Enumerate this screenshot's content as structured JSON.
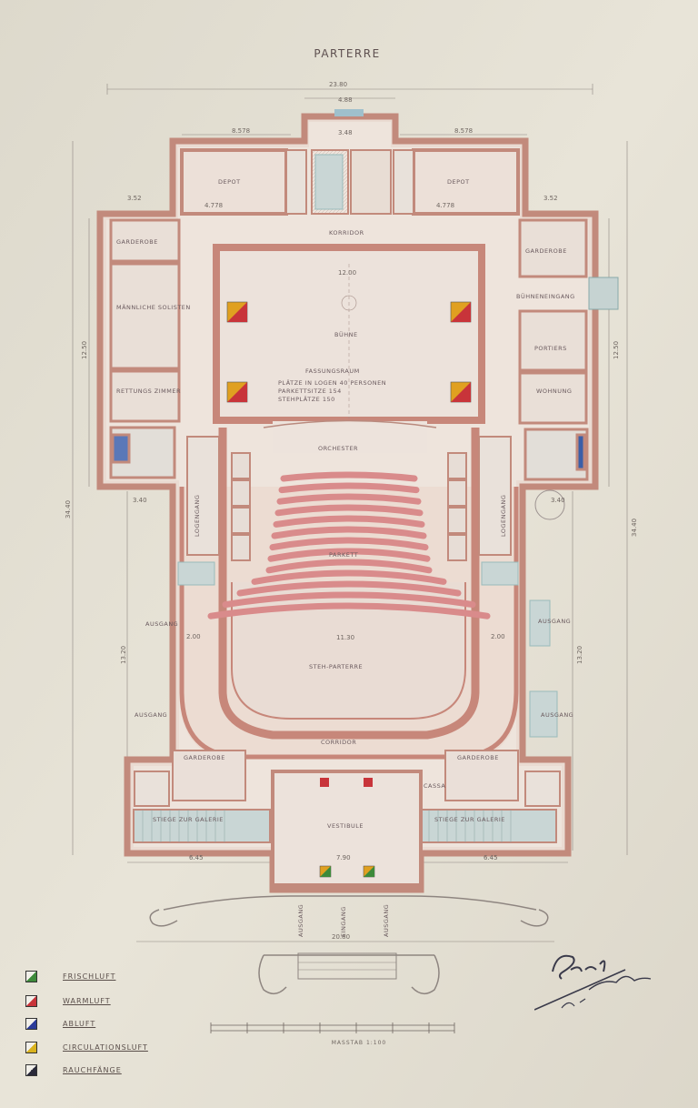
{
  "drawing": {
    "title": "PARTERRE",
    "scale_label": "MASSTAB 1:100",
    "colors": {
      "paper": "#e6e2d7",
      "wall": "#d99a8c",
      "wall_dark": "#b0705f",
      "seat": "#d98b8b",
      "floor_pink": "#ead2c6",
      "ink": "#5a4e4a"
    }
  },
  "rooms": {
    "depot_left": "DEPOT",
    "depot_right": "DEPOT",
    "corridor_top": "KORRIDOR",
    "stage": "BÜHNE",
    "stage_capacity_title": "FASSUNGSRAUM",
    "stage_capacity_1": "PLÄTZE IN LOGEN 40 PERSONEN",
    "stage_capacity_2": "PARKETTSITZE 154",
    "stage_capacity_3": "STEHPLÄTZE 150",
    "orchestra": "ORCHESTER",
    "parquet": "PARKETT",
    "stalls": "STEH-PARTERRE",
    "corridor_bottom": "CORRIDOR",
    "vestibule": "VESTIBULE",
    "logengang_left": "LOGENGANG",
    "logengang_right": "LOGENGANG",
    "ausgang_left_1": "AUSGANG",
    "ausgang_left_2": "AUSGANG",
    "ausgang_right_1": "AUSGANG",
    "ausgang_right_2": "AUSGANG",
    "garderobe_left": "GARDEROBE",
    "garderobe_right": "GARDEROBE",
    "stiege_left": "STIEGE ZUR GALERIE",
    "stiege_right": "STIEGE ZUR GALERIE",
    "left_room_1": "GARDEROBE",
    "left_room_2": "MÄNNLICHE SOLISTEN",
    "left_room_3": "RETTUNGS ZIMMER",
    "right_room_1": "GARDEROBE",
    "right_room_2": "BÜHNENEINGANG",
    "right_room_3": "PORTIERS",
    "right_room_4": "WOHNUNG",
    "cassa": "CASSA",
    "eingang_1": "AUSGANG",
    "eingang_2": "EINGANG",
    "eingang_3": "AUSGANG"
  },
  "dimensions": {
    "overall_width": "23.80",
    "top_center": "4.88",
    "top_center_2": "3.48",
    "left_depot_width": "4.778",
    "right_depot_width": "4.778",
    "left_top_dim": "8.578",
    "right_top_dim": "8.578",
    "stage_width": "12.00",
    "left_wing": "3.52",
    "right_wing": "3.52",
    "auditorium_width": "11.30",
    "left_height_1": "12.50",
    "right_height_1": "12.50",
    "left_total": "34.40",
    "right_total": "34.40",
    "left_height_2": "13.20",
    "right_height_2": "13.20",
    "bottom_width": "20.80",
    "vestibule_width": "7.90",
    "bottom_left": "6.45",
    "bottom_right": "6.45",
    "side_2_00_a": "2.00",
    "side_2_00_b": "2.00",
    "side_3_40": "3.40",
    "side_3_40_b": "3.40"
  },
  "legend": [
    {
      "label": "FRISCHLUFT",
      "color": "#3d8a3a"
    },
    {
      "label": "WARMLUFT",
      "color": "#c8343a"
    },
    {
      "label": "ABLUFT",
      "color": "#2b3b9a"
    },
    {
      "label": "CIRCULATIONSLUFT",
      "color": "#d9b21e"
    },
    {
      "label": "RAUCHFÄNGE",
      "color": "#2a2a3a"
    }
  ],
  "signature": "Prof Architekt"
}
